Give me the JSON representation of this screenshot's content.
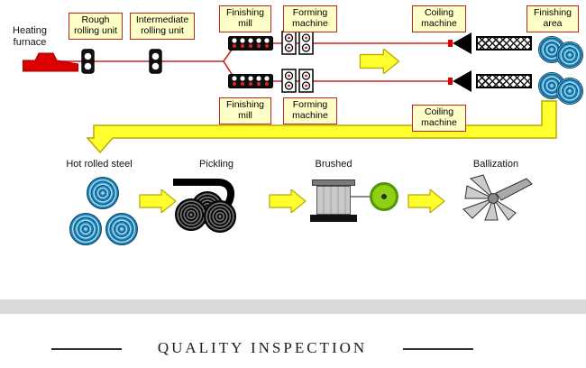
{
  "diagram": {
    "furnace_label": "Heating furnace",
    "boxes": {
      "rough_rolling": "Rough rolling unit",
      "intermediate_rolling": "Intermediate rolling unit",
      "finishing_mill_top": "Finishing mill",
      "forming_machine_top": "Forming machine",
      "coiling_machine_top": "Coiling machine",
      "finishing_area": "Finishing area",
      "finishing_mill_bottom": "Finishing mill",
      "forming_machine_bottom": "Forming machine",
      "coiling_machine_bottom": "Coiling machine"
    },
    "stages": {
      "hot_rolled_steel": "Hot rolled steel",
      "pickling": "Pickling",
      "brushed": "Brushed",
      "ballization": "Ballization"
    }
  },
  "footer": {
    "title": "QUALITY INSPECTION"
  },
  "colors": {
    "label_box_fill": "#ffffc8",
    "label_box_border": "#c52222",
    "flow_line_red": "#cc2222",
    "arrow_yellow": "#ffff2e",
    "coil_blue": "#2f8fc2",
    "coil_black": "#0c0c0c",
    "wheel_green": "#8ed012",
    "furnace_red": "#dd0000",
    "divider_grey": "#d9d9d9"
  }
}
